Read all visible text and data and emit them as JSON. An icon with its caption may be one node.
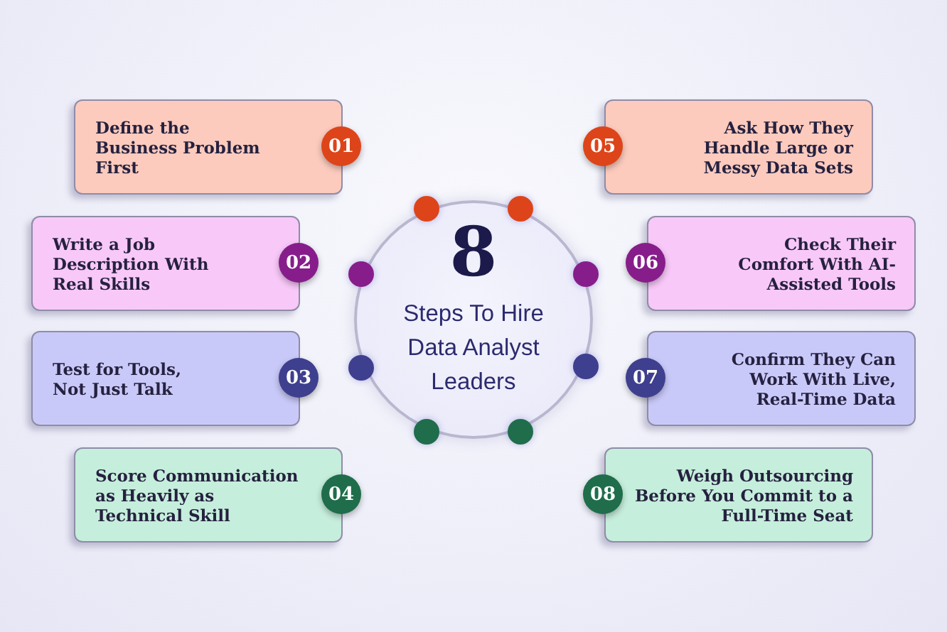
{
  "diagram": {
    "nodes": [
      {
        "text": [
          "8",
          "Steps To Hire Data Analyst Leaders"
        ]
      },
      {
        "text": [
          "Define the Business Problem First",
          "01"
        ]
      },
      {
        "text": [
          "Write a Job Description With Real Skills",
          "02"
        ]
      },
      {
        "text": [
          "Test for Tools, Not Just Talk",
          "03"
        ]
      },
      {
        "text": [
          "Score Communication as Heavily as Technical Skill",
          "04"
        ]
      },
      {
        "text": [
          "05",
          "Ask How They Handle Large or Messy Data Sets"
        ]
      },
      {
        "text": [
          "06",
          "Check Their Comfort With AI-Assisted Tools"
        ]
      },
      {
        "text": [
          "07",
          "Confirm They Can Work With Live, Real-Time Data"
        ]
      },
      {
        "text": [
          "08",
          "Weigh Outsourcing Before You Commit to a Full-Time Seat"
        ]
      }
    ]
  }
}
